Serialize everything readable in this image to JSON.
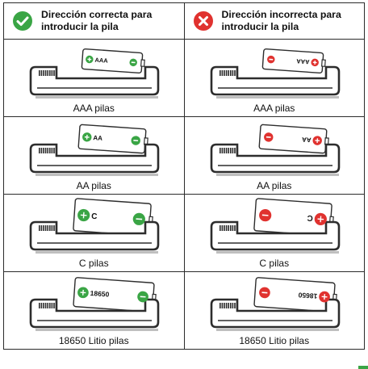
{
  "header": {
    "correct_label": "Dirección correcta para introducir la pila",
    "incorrect_label": "Dirección incorrecta para introducir la pila"
  },
  "rows": [
    {
      "size": "aaa",
      "battery_text": "AAA",
      "caption_left": "AAA pilas",
      "caption_right": "AAA pilas"
    },
    {
      "size": "aa",
      "battery_text": "AA",
      "caption_left": "AA pilas",
      "caption_right": "AA pilas"
    },
    {
      "size": "c",
      "battery_text": "C",
      "caption_left": "C pilas",
      "caption_right": "C pilas"
    },
    {
      "size": "18650",
      "battery_text": "18650",
      "caption_left": "18650 Litio pilas",
      "caption_right": "18650 Litio pilas"
    }
  ],
  "icons": {
    "correct": "check-circle-icon",
    "incorrect": "x-circle-icon",
    "plus": "plus-terminal-icon",
    "minus": "minus-terminal-icon"
  },
  "colors": {
    "correct": "#3aa545",
    "incorrect": "#e0322f",
    "charger": "#2d2d2d",
    "border": "#2b2b2b"
  }
}
